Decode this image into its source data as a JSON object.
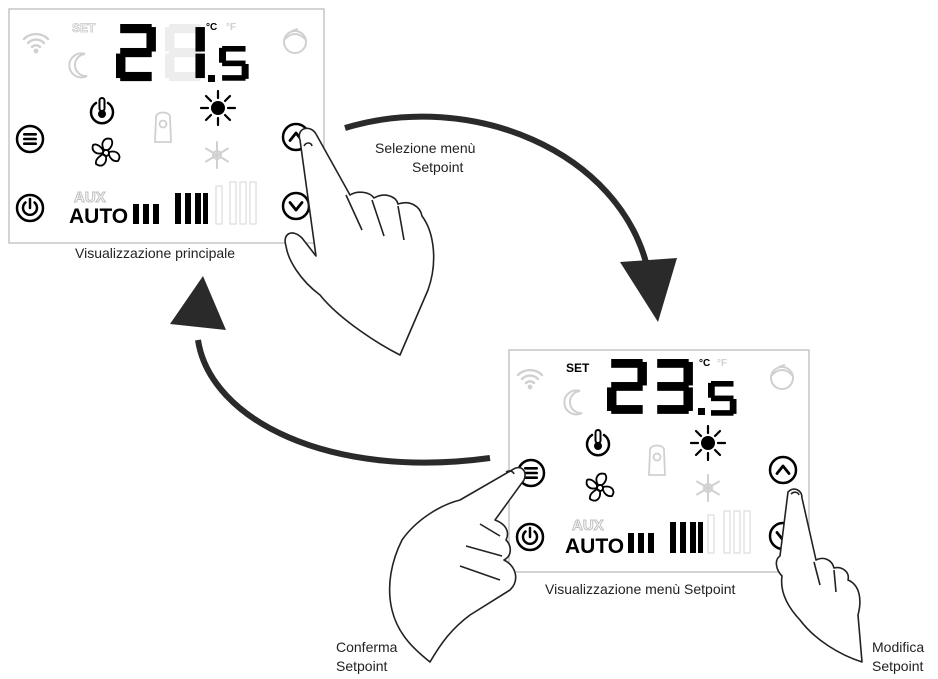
{
  "labels": {
    "main_view": "Visualizzazione principale",
    "setpoint_view": "Visualizzazione menù Setpoint",
    "select_menu": [
      "Selezione menù",
      "Setpoint"
    ],
    "confirm": [
      "Conferma",
      "Setpoint"
    ],
    "modify": [
      "Modifica",
      "Setpoint"
    ]
  },
  "panel_main": {
    "set_label": "SET",
    "set_active": false,
    "digits": [
      "2",
      "1",
      "5"
    ],
    "unit_c": "°C",
    "unit_f": "°F",
    "aux_label": "AUX",
    "mode_label": "AUTO"
  },
  "panel_setpoint": {
    "set_label": "SET",
    "set_active": true,
    "digits": [
      "2",
      "3",
      "5"
    ],
    "unit_c": "°C",
    "unit_f": "°F",
    "aux_label": "AUX",
    "mode_label": "AUTO"
  },
  "colors": {
    "ink": "#000000",
    "faded": "#cfcfcf",
    "panel_border": "#bdbdbd",
    "arrow": "#222222"
  },
  "icons": [
    "wifi-icon",
    "moon-icon",
    "thermometer-power-icon",
    "sun-icon",
    "menu-icon",
    "up-arrow-icon",
    "down-arrow-icon",
    "power-icon",
    "fan-icon",
    "snowflake-icon",
    "hand-icon"
  ]
}
